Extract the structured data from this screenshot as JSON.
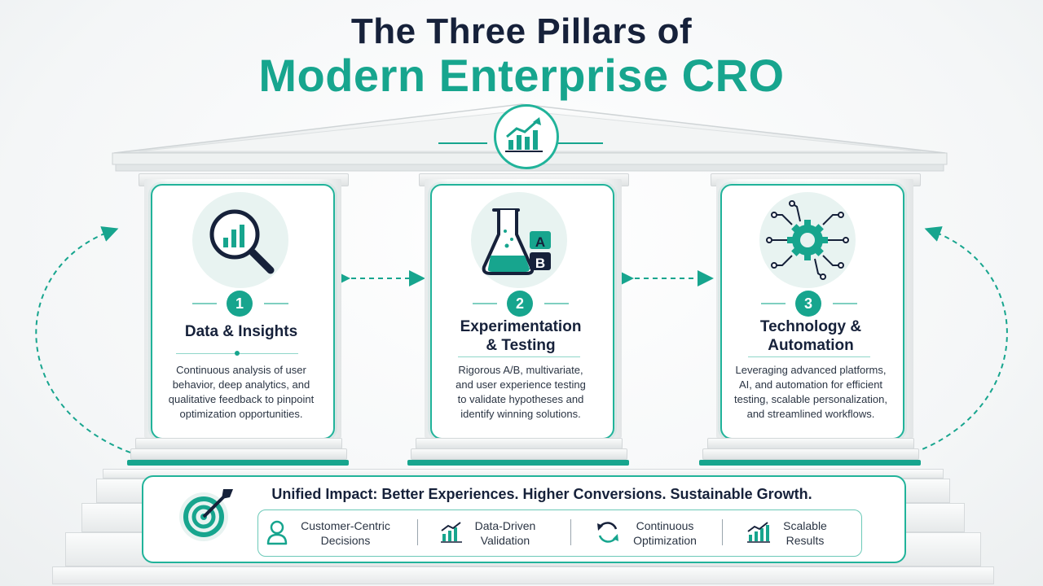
{
  "title": {
    "line1": "The Three Pillars of",
    "line2": "Modern Enterprise CRO"
  },
  "pillars": [
    {
      "number": "1",
      "title_lines": [
        "Data & Insights"
      ],
      "icon": "magnifier-chart-icon",
      "description_lines": [
        "Continuous analysis of user",
        "behavior, deep analytics, and",
        "qualitative feedback to pinpoint",
        "optimization opportunities."
      ]
    },
    {
      "number": "2",
      "title_lines": [
        "Experimentation",
        "& Testing"
      ],
      "icon": "flask-ab-icon",
      "icon_letters": [
        "A",
        "B"
      ],
      "description_lines": [
        "Rigorous A/B, multivariate,",
        "and user experience testing",
        "to validate hypotheses and",
        "identify winning solutions."
      ]
    },
    {
      "number": "3",
      "title_lines": [
        "Technology &",
        "Automation"
      ],
      "icon": "gear-circuit-icon",
      "description_lines": [
        "Leveraging advanced platforms,",
        "AI, and automation for efficient",
        "testing, scalable personalization,",
        "and streamlined workflows."
      ]
    }
  ],
  "impact": {
    "title": "Unified Impact: Better Experiences. Higher Conversions. Sustainable Growth.",
    "icon": "target-arrow-icon",
    "features": [
      {
        "icon": "user-icon",
        "lines": [
          "Customer-Centric",
          "Decisions"
        ]
      },
      {
        "icon": "bar-chart-icon",
        "lines": [
          "Data-Driven",
          "Validation"
        ]
      },
      {
        "icon": "cycle-icon",
        "lines": [
          "Continuous",
          "Optimization"
        ]
      },
      {
        "icon": "growth-chart-icon",
        "lines": [
          "Scalable",
          "Results"
        ]
      }
    ]
  },
  "colors": {
    "accent": "#17a58e",
    "dark": "#16213a",
    "soft": "#e8f3f1"
  }
}
